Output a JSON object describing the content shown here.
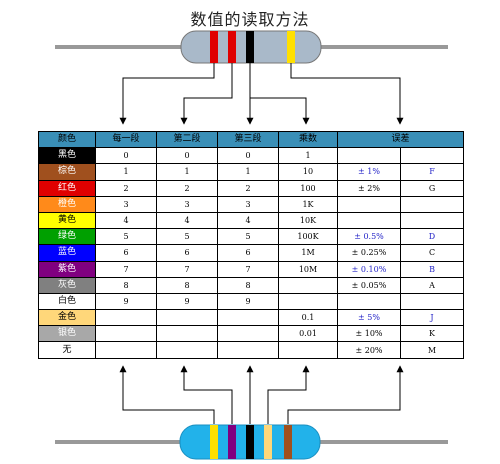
{
  "title": "数值的读取方法",
  "headers": [
    "颜色",
    "每一段",
    "第二段",
    "第三段",
    "乘数",
    "误差"
  ],
  "rows": [
    {
      "name": "黑色",
      "bg": "#000000",
      "fg": "#ffffff",
      "d1": "0",
      "d2": "0",
      "d3": "0",
      "mult": "1",
      "tol": "",
      "code": "",
      "blue": false
    },
    {
      "name": "棕色",
      "bg": "#a0501e",
      "fg": "#ffffff",
      "d1": "1",
      "d2": "1",
      "d3": "1",
      "mult": "10",
      "tol": "± 1%",
      "code": "F",
      "blue": true
    },
    {
      "name": "红色",
      "bg": "#e00000",
      "fg": "#ffffff",
      "d1": "2",
      "d2": "2",
      "d3": "2",
      "mult": "100",
      "tol": "± 2%",
      "code": "G",
      "blue": false
    },
    {
      "name": "橙色",
      "bg": "#ff8a1a",
      "fg": "#ffffff",
      "d1": "3",
      "d2": "3",
      "d3": "3",
      "mult": "1K",
      "tol": "",
      "code": "",
      "blue": false
    },
    {
      "name": "黄色",
      "bg": "#ffff00",
      "fg": "#000000",
      "d1": "4",
      "d2": "4",
      "d3": "4",
      "mult": "10K",
      "tol": "",
      "code": "",
      "blue": false
    },
    {
      "name": "绿色",
      "bg": "#00a000",
      "fg": "#ffffff",
      "d1": "5",
      "d2": "5",
      "d3": "5",
      "mult": "100K",
      "tol": "± 0.5%",
      "code": "D",
      "blue": true
    },
    {
      "name": "蓝色",
      "bg": "#0000ff",
      "fg": "#ffffff",
      "d1": "6",
      "d2": "6",
      "d3": "6",
      "mult": "1M",
      "tol": "± 0.25%",
      "code": "C",
      "blue": false
    },
    {
      "name": "紫色",
      "bg": "#800080",
      "fg": "#ffffff",
      "d1": "7",
      "d2": "7",
      "d3": "7",
      "mult": "10M",
      "tol": "± 0.10%",
      "code": "B",
      "blue": true
    },
    {
      "name": "灰色",
      "bg": "#808080",
      "fg": "#ffffff",
      "d1": "8",
      "d2": "8",
      "d3": "8",
      "mult": "",
      "tol": "± 0.05%",
      "code": "A",
      "blue": false
    },
    {
      "name": "白色",
      "bg": "#ffffff",
      "fg": "#000000",
      "d1": "9",
      "d2": "9",
      "d3": "9",
      "mult": "",
      "tol": "",
      "code": "",
      "blue": false
    },
    {
      "name": "金色",
      "bg": "#ffd77a",
      "fg": "#000000",
      "d1": "",
      "d2": "",
      "d3": "",
      "mult": "0.1",
      "tol": "± 5%",
      "code": "J",
      "blue": true
    },
    {
      "name": "银色",
      "bg": "#a8a8a8",
      "fg": "#ffffff",
      "d1": "",
      "d2": "",
      "d3": "",
      "mult": "0.01",
      "tol": "± 10%",
      "code": "K",
      "blue": false
    },
    {
      "name": "无",
      "bg": "#ffffff",
      "fg": "#000000",
      "d1": "",
      "d2": "",
      "d3": "",
      "mult": "",
      "tol": "± 20%",
      "code": "M",
      "blue": false
    }
  ],
  "resistor_top": {
    "body": "#a9b9c9",
    "bands": [
      "#e00000",
      "#e00000",
      "#000000",
      "#ffe000"
    ]
  },
  "resistor_bottom": {
    "body": "#22b2ea",
    "bands": [
      "#ffe000",
      "#800080",
      "#000000",
      "#ffd77a",
      "#a0501e"
    ]
  },
  "colors": {
    "header": "#3a8fb7",
    "tol_blue": "#2424c8",
    "lead": "#a9a9a9"
  }
}
